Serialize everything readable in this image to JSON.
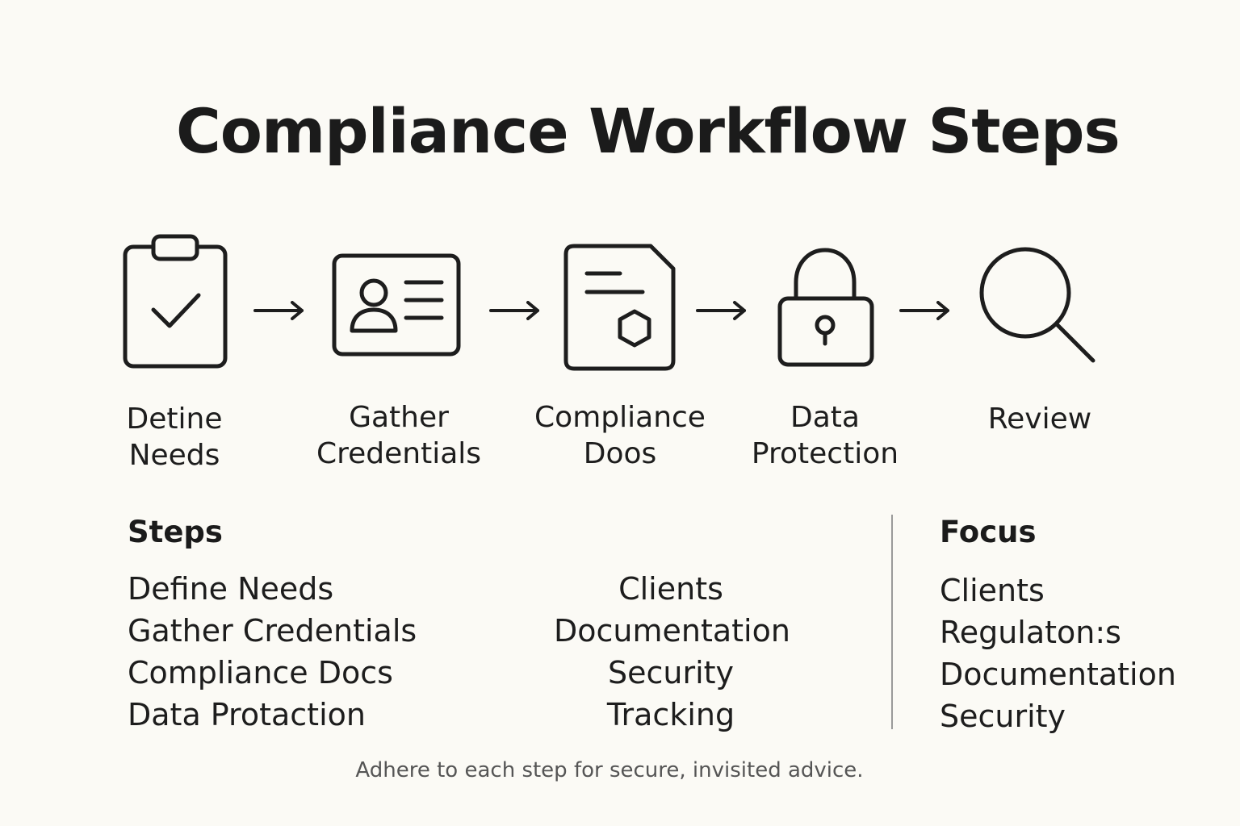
{
  "title": "Compliance Workflow Steps",
  "flow": {
    "steps": [
      {
        "icon": "clipboard-check-icon",
        "label_line1": "Detine",
        "label_line2": "Needs"
      },
      {
        "icon": "id-card-icon",
        "label_line1": "Gather",
        "label_line2": "Credentials"
      },
      {
        "icon": "document-hexagon-icon",
        "label_line1": "Compliance",
        "label_line2": "Doos"
      },
      {
        "icon": "padlock-icon",
        "label_line1": "Data",
        "label_line2": "Protection"
      },
      {
        "icon": "magnifying-glass-icon",
        "label_line1": "Review",
        "label_line2": ""
      }
    ],
    "arrow_icon": "right-arrow-icon"
  },
  "steps_section": {
    "heading": "Steps",
    "items": [
      "Define Needs",
      "Gather Credentials",
      "Compliance Docs",
      "Data Protaction"
    ]
  },
  "middle_column": {
    "items": [
      "Clients",
      "Documentation",
      "Security",
      "Tracking"
    ]
  },
  "focus_section": {
    "heading": "Focus",
    "items": [
      "Clients",
      "Regulaton:s",
      "Documentation",
      "Security"
    ]
  },
  "footer": "Adhere to each step for secure, invisited advice.",
  "colors": {
    "background": "#fbfaf5",
    "ink": "#1d1d1d",
    "divider": "#9a9a9a",
    "footer_text": "#555555"
  }
}
